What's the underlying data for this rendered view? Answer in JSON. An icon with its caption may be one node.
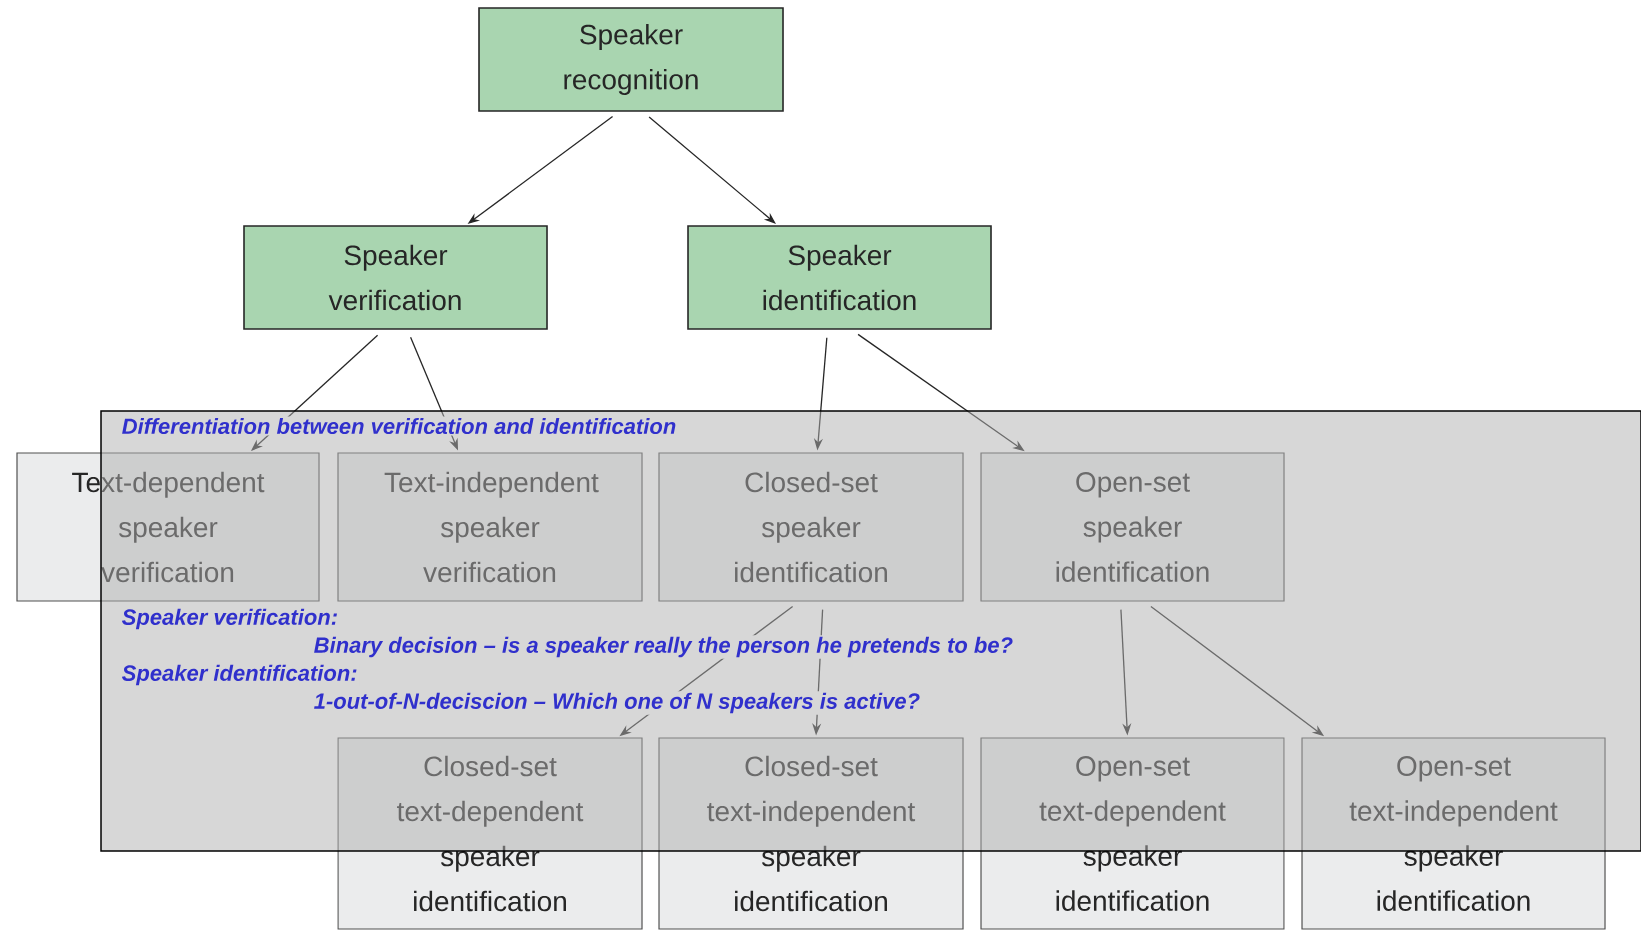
{
  "diagram": {
    "nodes": [
      {
        "text": [
          "Speaker recognition"
        ]
      },
      {
        "text": [
          "Speaker verification"
        ]
      },
      {
        "text": [
          "Speaker identification"
        ]
      },
      {
        "text": [
          "Text-dependent speaker verification"
        ]
      },
      {
        "text": [
          "Text-independent speaker verification"
        ]
      },
      {
        "text": [
          "Closed-set speaker identification"
        ]
      },
      {
        "text": [
          "Open-set speaker identification"
        ]
      },
      {
        "text": [
          "Closed-set text-dependent speaker identification"
        ]
      },
      {
        "text": [
          "Closed-set text-independent speaker identification"
        ]
      },
      {
        "text": [
          "Open-set text-dependent speaker identification"
        ]
      },
      {
        "text": [
          "Open-set text-independent speaker identification"
        ]
      }
    ],
    "labels": [
      "Differentiation between verification and identification",
      "Speaker verification:",
      "Binary decision – is a speaker really the person he pretends to be?",
      "Speaker identification:",
      "1-out-of-N-deciscion – Which one of N speakers is active?"
    ],
    "edges": [
      {
        "from": 0,
        "to": 1,
        "arrow": "to"
      },
      {
        "from": 0,
        "to": 2,
        "arrow": "to"
      },
      {
        "from": 1,
        "to": 3,
        "arrow": "to"
      },
      {
        "from": 1,
        "to": 4,
        "arrow": "to"
      },
      {
        "from": 2,
        "to": 5,
        "arrow": "to"
      },
      {
        "from": 2,
        "to": 6,
        "arrow": "to"
      },
      {
        "from": 5,
        "to": 7,
        "arrow": "to"
      },
      {
        "from": 5,
        "to": 8,
        "arrow": "to"
      },
      {
        "from": 6,
        "to": 9,
        "arrow": "to"
      },
      {
        "from": 6,
        "to": 10,
        "arrow": "to"
      }
    ]
  }
}
